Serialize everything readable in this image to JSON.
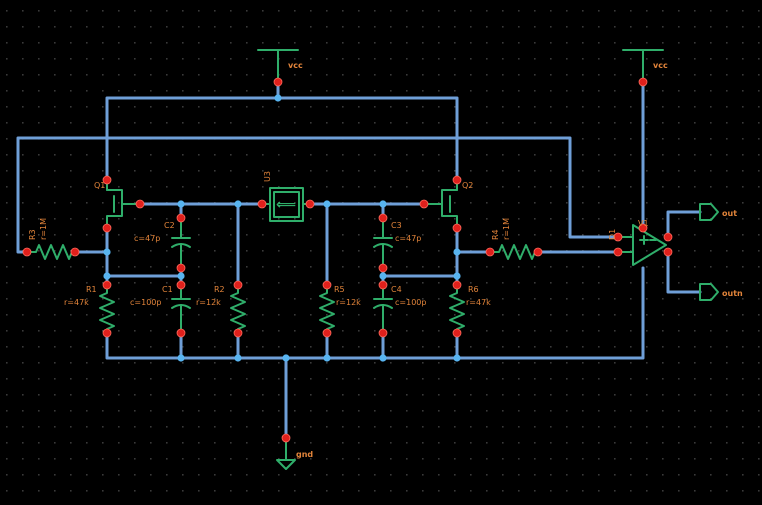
{
  "colors": {
    "background": "#000000",
    "grid_dot": "#3a3a3a",
    "wire": "#6f9fd8",
    "wire_glow": "#1d3552",
    "component": "#2fae6a",
    "pin": "#e0201c",
    "junction": "#58b4f0",
    "label": "#e2843a"
  },
  "components": {
    "u3": {
      "name": "U3",
      "value": ""
    },
    "c2": {
      "name": "C2",
      "value": "c=47p"
    },
    "c3": {
      "name": "C3",
      "value": "c=47p"
    },
    "c1": {
      "name": "C1",
      "value": "c=100p"
    },
    "c4": {
      "name": "C4",
      "value": "c=100p"
    },
    "r1": {
      "name": "R1",
      "value": "r=47k"
    },
    "r6": {
      "name": "R6",
      "value": "r=47k"
    },
    "r2": {
      "name": "R2",
      "value": "r=12k"
    },
    "r5": {
      "name": "R5",
      "value": "r=12k"
    },
    "r3": {
      "name": "R3",
      "value": "r=1M"
    },
    "r4": {
      "name": "R4",
      "value": "r=1M"
    },
    "q1": {
      "name": "Q1"
    },
    "q2": {
      "name": "Q2"
    },
    "v1": {
      "name": "V1"
    },
    "d1": {
      "name": "D1"
    }
  },
  "nets": {
    "vcc_left": "vcc",
    "vcc_right": "vcc",
    "gnd": "gnd",
    "out1": "out",
    "out2": "outn"
  },
  "icons": {
    "source_arrow": "⟸"
  }
}
